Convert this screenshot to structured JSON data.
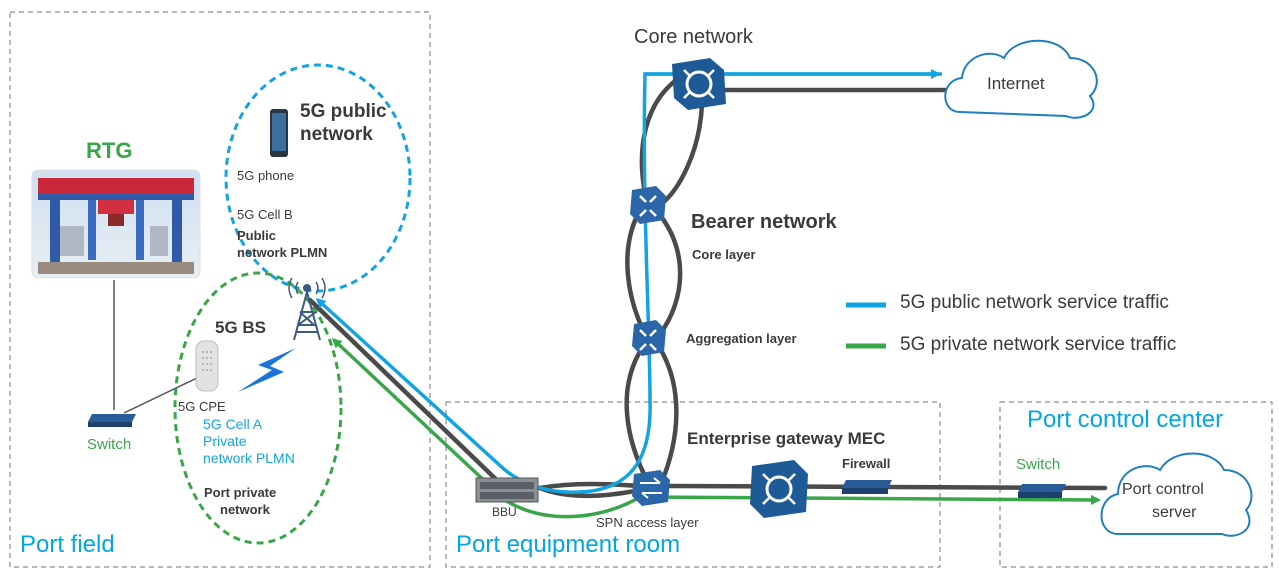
{
  "regions": {
    "port_field": "Port field",
    "port_equipment_room": "Port equipment room",
    "port_control_center": "Port control center"
  },
  "labels": {
    "rtg": "RTG",
    "public_network_title_l1": "5G public",
    "public_network_title_l2": "network",
    "phone": "5G phone",
    "cell_b": "5G Cell B",
    "public_plmn_l1": "Public",
    "public_plmn_l2": "network PLMN",
    "bs": "5G BS",
    "cpe": "5G CPE",
    "cell_a": "5G Cell A",
    "private_plmn_l1": "Private",
    "private_plmn_l2": "network PLMN",
    "port_private_l1": "Port private",
    "port_private_l2": "network",
    "switch_left": "Switch",
    "switch_right": "Switch",
    "core_network": "Core network",
    "internet": "Internet",
    "bearer_network": "Bearer network",
    "core_layer": "Core layer",
    "aggregation_layer": "Aggregation layer",
    "enterprise_gateway": "Enterprise gateway MEC",
    "firewall": "Firewall",
    "bbu": "BBU",
    "spn_access": "SPN access layer",
    "port_control_server_l1": "Port control",
    "port_control_server_l2": "server"
  },
  "legend": [
    {
      "label": "5G public network service traffic",
      "color": "#12a4e2"
    },
    {
      "label": "5G private network service traffic",
      "color": "#3aa64a"
    }
  ],
  "colors": {
    "public_traffic": "#12a4e2",
    "private_traffic": "#3aa64a",
    "backbone": "#4a4a4a",
    "router_fill": "#1e5a96",
    "region_border": "#8c8c8c"
  },
  "icons": [
    "router-icon",
    "cloud-icon",
    "tower-icon",
    "phone-icon",
    "cpe-icon",
    "switch-icon",
    "bbu-icon",
    "firewall-icon",
    "lightning-icon",
    "crane-photo"
  ]
}
